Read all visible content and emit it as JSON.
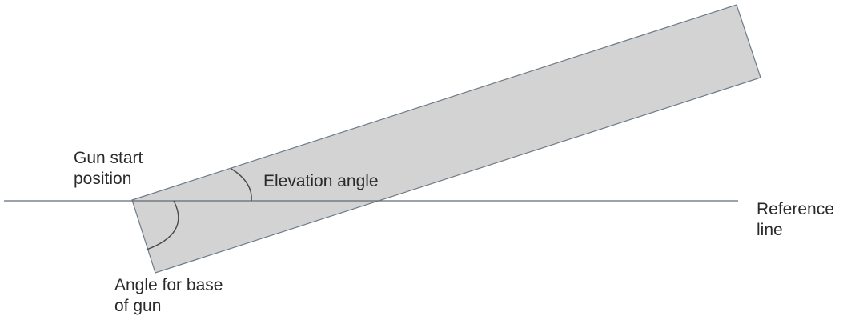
{
  "labels": {
    "gun_start_line1": "Gun start",
    "gun_start_line2": "position",
    "elevation_angle": "Elevation angle",
    "reference_line1": "Reference",
    "reference_line2": "line",
    "base_angle_line1": "Angle for base",
    "base_angle_line2": "of gun"
  },
  "colors": {
    "barrel_fill": "#d3d3d3",
    "barrel_stroke": "#6f7b87",
    "reference_line": "#5f6b76",
    "angle_arc": "#4a4a4a",
    "text": "#2a2a2a"
  }
}
